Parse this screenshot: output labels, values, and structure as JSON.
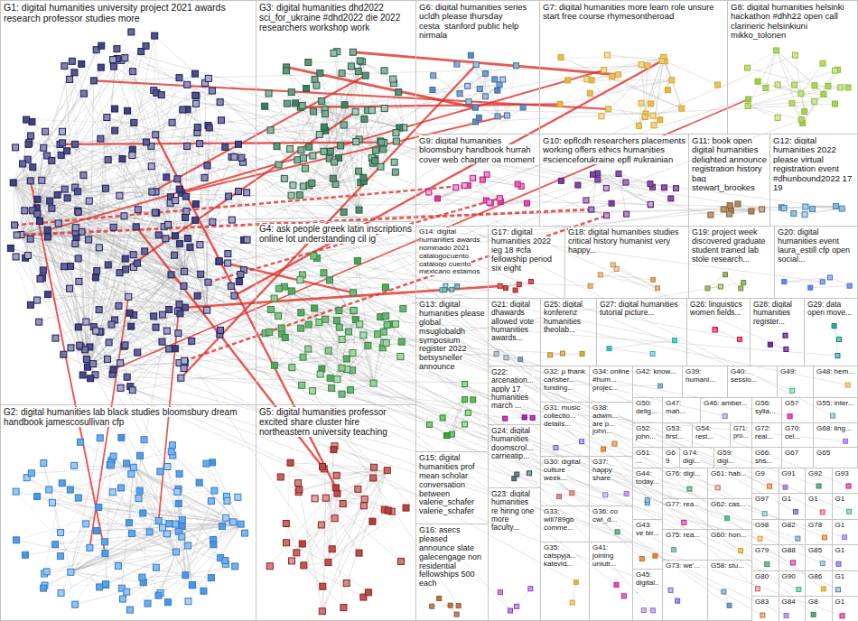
{
  "diagram": {
    "nodes": [
      {
        "text": [
          "G1: digital humanities university project 2021 awards research professor studies more"
        ]
      },
      {
        "text": [
          "G2: digital humanities lab black studies bloomsbury dream handbook jamescosullivan cfp"
        ]
      },
      {
        "text": [
          "G3: digital humanities dhd2022 sci_for_ukraine #dhd2022 die 2022 researchers workshop work"
        ]
      },
      {
        "text": [
          "G4: ask people greek latin inscriptions online lot understanding cil ig"
        ]
      },
      {
        "text": [
          "G5: digital humanities professor excited share cluster hire northeastern university teaching"
        ]
      },
      {
        "text": [
          "G6: digital humanities series ucldh please thursday cesta_stanford public help nirmala"
        ]
      },
      {
        "text": [
          "G7: digital humanities more learn role unsure start free course rhymesontheroad"
        ]
      },
      {
        "text": [
          "G8: digital humanities helsinki hackathon #dhh22 open call clarineric helsinkiuni mikko_tolonen"
        ]
      },
      {
        "text": [
          "G9: digital humanities bloomsbury handbook hurrah cover web chapter oa moment"
        ]
      },
      {
        "text": [
          "G10: epflcdh researchers placements working offers ethics humanities #scienceforukraine epfl #ukrainian"
        ]
      },
      {
        "text": [
          "G11: book open digital humanities delighted announce registration history bag stewart_brookes"
        ]
      },
      {
        "text": [
          "G12: digital humanities 2022 please virtual registration event #dhunbound2022 17 19"
        ]
      },
      {
        "text": [
          "G14: digital humanities awards nominado 2021 catalogocuento catálogo cuento mexicano estamos"
        ]
      },
      {
        "text": [
          "G17: digital humanities 2022 ieg 18 #cfa fellowship period six eight"
        ]
      },
      {
        "text": [
          "G18: digital humanities studies critical history humanist very happy..."
        ]
      },
      {
        "text": [
          "G19: project week discovered graduate student trained lab stole research..."
        ]
      },
      {
        "text": [
          "G20: digital humanities event laura_estill cfp open social..."
        ]
      },
      {
        "text": [
          "G13: digital humanities please global msuglobaldh symposium register 2022 betsysneller announce"
        ]
      },
      {
        "text": [
          "G15: digital humanities prof mean scholar conversation between valerie_schafer valerie_schafer"
        ]
      },
      {
        "text": [
          "G16: asecs pleased announce slate galecengage non residential fellowships 500 each"
        ]
      },
      {
        "text": [
          "G21: digital dhawards allowed vote humanities awards..."
        ]
      },
      {
        "text": [
          "G22: arcenation... apply 17 humanities march ..."
        ]
      },
      {
        "text": [
          "G24: digital humanities doomscrol... carrieatip..."
        ]
      },
      {
        "text": [
          "G23: digital humanities re hiring one more faculty..."
        ]
      },
      {
        "text": [
          "G25: digital konferenz humanities theolab..."
        ]
      },
      {
        "text": [
          "G27: digital humanities tutorial picture..."
        ]
      },
      {
        "text": [
          "G26: linguistics women fields..."
        ]
      },
      {
        "text": [
          "G28: digital humanities register..."
        ]
      },
      {
        "text": [
          "G29: data open move..."
        ]
      },
      {
        "text": [
          "G32: µ thank carlsber... funding..."
        ]
      },
      {
        "text": [
          "G31: music collectio... details..."
        ]
      },
      {
        "text": [
          "G30: digital culture week..."
        ]
      },
      {
        "text": [
          "G33: will789gb comme..."
        ]
      },
      {
        "text": [
          "G35: catspyja... katevid..."
        ]
      },
      {
        "text": [
          "G34: online #hum... projec..."
        ]
      },
      {
        "text": [
          "G38: adwm... are p... john..."
        ]
      },
      {
        "text": [
          "G37: happy share"
        ]
      },
      {
        "text": [
          "G36: co cwi_d..."
        ]
      },
      {
        "text": [
          "G41: joining uniutr..."
        ]
      },
      {
        "text": [
          "G42: know..."
        ]
      },
      {
        "text": [
          "G39: humani..."
        ]
      },
      {
        "text": [
          "G40: sessio..."
        ]
      },
      {
        "text": [
          "G49:"
        ]
      },
      {
        "text": [
          "G48: hem..."
        ]
      },
      {
        "text": [
          "G50: delig..."
        ]
      },
      {
        "text": [
          "G47: mah..."
        ]
      },
      {
        "text": [
          "G46: amber..."
        ]
      },
      {
        "text": [
          "G56: sylla..."
        ]
      },
      {
        "text": [
          "G57"
        ]
      },
      {
        "text": [
          "G55: inter..."
        ]
      },
      {
        "text": [
          "G52: john..."
        ]
      },
      {
        "text": [
          "G53: first..."
        ]
      },
      {
        "text": [
          "G54: rest..."
        ]
      },
      {
        "text": [
          "G71: pro..."
        ]
      },
      {
        "text": [
          "G72: real..."
        ]
      },
      {
        "text": [
          "G70: cel..."
        ]
      },
      {
        "text": [
          "G68: ling..."
        ]
      },
      {
        "text": [
          "G51: ..."
        ]
      },
      {
        "text": [
          "G69"
        ]
      },
      {
        "text": [
          "G74: digi..."
        ]
      },
      {
        "text": [
          "G59: digi..."
        ]
      },
      {
        "text": [
          "G66: shs..."
        ]
      },
      {
        "text": [
          "G67"
        ]
      },
      {
        "text": [
          "G65"
        ]
      },
      {
        "text": [
          "G44: today..."
        ]
      },
      {
        "text": [
          "G43: ve bir..."
        ]
      },
      {
        "text": [
          "G45: digital..."
        ]
      },
      {
        "text": [
          "G76: digi..."
        ]
      },
      {
        "text": [
          "G77: rea..."
        ]
      },
      {
        "text": [
          "G75: rea..."
        ]
      },
      {
        "text": [
          "G73: we'..."
        ]
      },
      {
        "text": [
          "G61: hab..."
        ]
      },
      {
        "text": [
          "G62: cas..."
        ]
      },
      {
        "text": [
          "G60: hon..."
        ]
      },
      {
        "text": [
          "G58: stu..."
        ]
      },
      {
        "text": [
          "G9"
        ]
      },
      {
        "text": [
          "G91"
        ]
      },
      {
        "text": [
          "G92"
        ]
      },
      {
        "text": [
          "G93"
        ]
      },
      {
        "text": [
          "G97"
        ]
      },
      {
        "text": [
          "G1"
        ]
      },
      {
        "text": [
          "G1"
        ]
      },
      {
        "text": [
          "G1"
        ]
      },
      {
        "text": [
          "G98"
        ]
      },
      {
        "text": [
          "G82"
        ]
      },
      {
        "text": [
          "G78"
        ]
      },
      {
        "text": [
          "G1"
        ]
      },
      {
        "text": [
          "G79"
        ]
      },
      {
        "text": [
          "G88"
        ]
      },
      {
        "text": [
          "G85"
        ]
      },
      {
        "text": [
          "G1"
        ]
      },
      {
        "text": [
          "G80"
        ]
      },
      {
        "text": [
          "G90"
        ]
      },
      {
        "text": [
          "G86"
        ]
      },
      {
        "text": [
          "G1"
        ]
      },
      {
        "text": [
          "G83"
        ]
      },
      {
        "text": [
          "G84"
        ]
      },
      {
        "text": [
          "G8"
        ]
      },
      {
        "text": [
          "G1"
        ]
      }
    ]
  }
}
